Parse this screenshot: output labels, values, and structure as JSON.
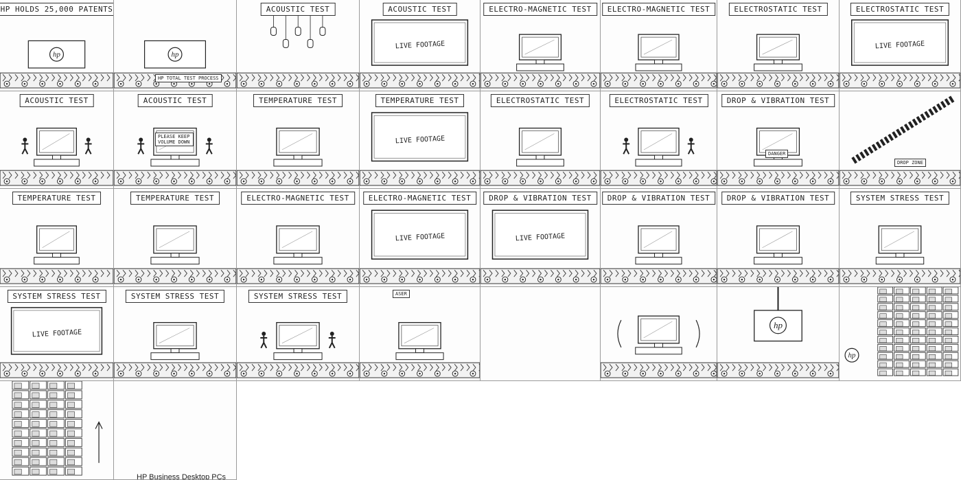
{
  "panels": [
    {
      "sign": "HP HOLDS 25,000 PATENTS",
      "screen": "",
      "caption": ""
    },
    {
      "sign": "",
      "screen": "",
      "caption": "HP TOTAL TEST PROCESS"
    },
    {
      "sign": "ACOUSTIC TEST",
      "screen": "",
      "caption": ""
    },
    {
      "sign": "ACOUSTIC TEST",
      "screen": "LIVE FOOTAGE",
      "caption": ""
    },
    {
      "sign": "ELECTRO-MAGNETIC TEST",
      "screen": "",
      "caption": ""
    },
    {
      "sign": "ELECTRO-MAGNETIC TEST",
      "screen": "",
      "caption": ""
    },
    {
      "sign": "ELECTROSTATIC TEST",
      "screen": "",
      "caption": ""
    },
    {
      "sign": "ELECTROSTATIC TEST",
      "screen": "LIVE FOOTAGE",
      "caption": ""
    },
    {
      "sign": "ACOUSTIC TEST",
      "screen": "",
      "caption": ""
    },
    {
      "sign": "ACOUSTIC TEST",
      "screen": "",
      "caption": "PLEASE KEEP VOLUME DOWN"
    },
    {
      "sign": "TEMPERATURE TEST",
      "screen": "",
      "caption": ""
    },
    {
      "sign": "TEMPERATURE TEST",
      "screen": "LIVE FOOTAGE",
      "caption": ""
    },
    {
      "sign": "ELECTROSTATIC TEST",
      "screen": "",
      "caption": ""
    },
    {
      "sign": "ELECTROSTATIC TEST",
      "screen": "",
      "caption": ""
    },
    {
      "sign": "DROP & VIBRATION TEST",
      "screen": "",
      "caption": "DANGER"
    },
    {
      "sign": "",
      "screen": "",
      "caption": "DROP ZONE"
    },
    {
      "sign": "TEMPERATURE TEST",
      "screen": "",
      "caption": ""
    },
    {
      "sign": "TEMPERATURE TEST",
      "screen": "",
      "caption": ""
    },
    {
      "sign": "ELECTRO-MAGNETIC TEST",
      "screen": "",
      "caption": ""
    },
    {
      "sign": "ELECTRO-MAGNETIC TEST",
      "screen": "LIVE FOOTAGE",
      "caption": ""
    },
    {
      "sign": "DROP & VIBRATION TEST",
      "screen": "LIVE FOOTAGE",
      "caption": ""
    },
    {
      "sign": "DROP & VIBRATION TEST",
      "screen": "",
      "caption": ""
    },
    {
      "sign": "DROP & VIBRATION TEST",
      "screen": "",
      "caption": ""
    },
    {
      "sign": "SYSTEM STRESS TEST",
      "screen": "",
      "caption": ""
    },
    {
      "sign": "SYSTEM STRESS TEST",
      "screen": "LIVE FOOTAGE",
      "caption": ""
    },
    {
      "sign": "SYSTEM STRESS TEST",
      "screen": "",
      "caption": ""
    },
    {
      "sign": "SYSTEM STRESS TEST",
      "screen": "",
      "caption": ""
    },
    {
      "sign": "",
      "screen": "",
      "caption": "ASER"
    },
    {
      "sign": "",
      "screen": "",
      "caption": ""
    },
    {
      "sign": "",
      "screen": "",
      "caption": ""
    },
    {
      "sign": "",
      "screen": "",
      "caption": ""
    },
    {
      "sign": "",
      "screen": "",
      "caption": ""
    },
    {
      "sign": "",
      "screen": "",
      "caption": ""
    },
    {
      "sign": "",
      "screen": "",
      "caption": ""
    }
  ],
  "endcard": {
    "title": "HP Business Desktop PCs",
    "subtitle": "In the business of making businesses run"
  },
  "logo_text": "hp"
}
